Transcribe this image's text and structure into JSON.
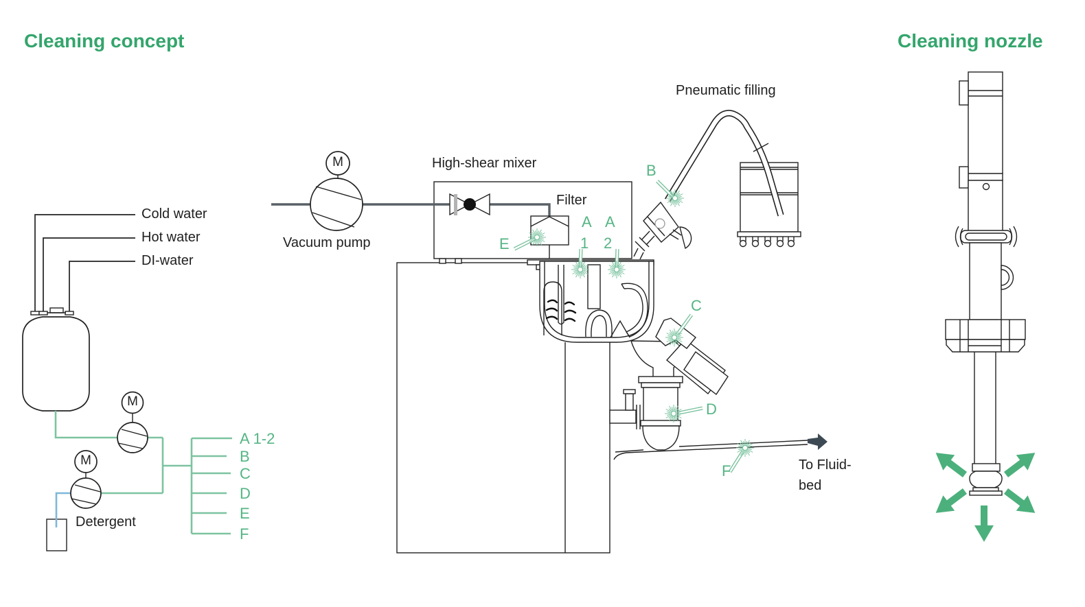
{
  "titles": {
    "left": "Cleaning concept",
    "right": "Cleaning nozzle"
  },
  "supply": {
    "cold_water": "Cold water",
    "hot_water": "Hot water",
    "di_water": "DI-water",
    "detergent": "Detergent",
    "motor": "M"
  },
  "manifold": {
    "outlets": [
      "A 1-2",
      "B",
      "C",
      "D",
      "E",
      "F"
    ]
  },
  "machine": {
    "vacuum_pump": "Vacuum pump",
    "motor": "M",
    "high_shear_mixer": "High-shear mixer",
    "filter": "Filter",
    "pneumatic_filling": "Pneumatic filling",
    "to_fluid_bed_line1": "To Fluid-",
    "to_fluid_bed_line2": "bed"
  },
  "nozzle_marks": {
    "e": "E",
    "a1_letter": "A",
    "a1_digit": "1",
    "a2_letter": "A",
    "a2_digit": "2",
    "b": "B",
    "c": "C",
    "d": "D",
    "f": "F"
  },
  "colors": {
    "title_green": "#34a56c",
    "label_green": "#55b584",
    "line_green": "#7cc3a0",
    "pipe_gray": "#596066",
    "arrow_slate": "#3d4a54",
    "detergent_blue": "#7fb7d8"
  }
}
